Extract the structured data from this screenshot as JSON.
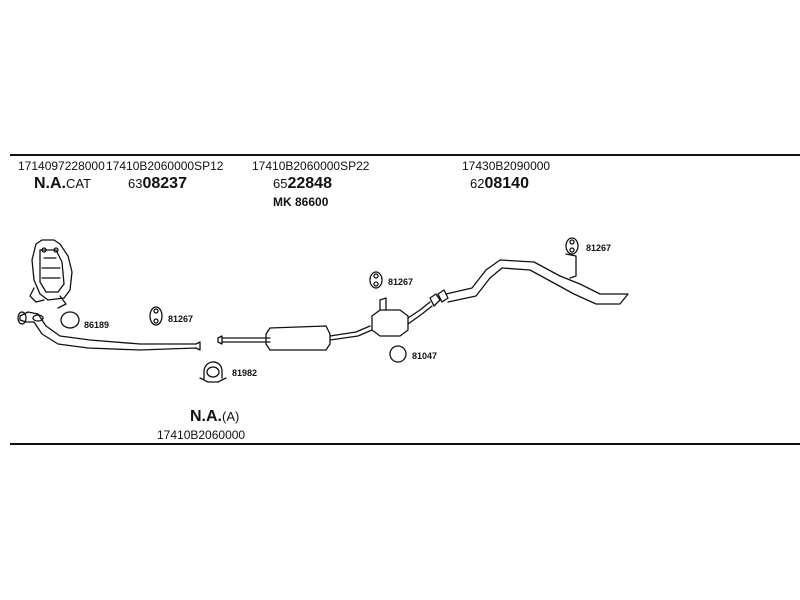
{
  "header": {
    "part1": "1714097228000",
    "part2": "17410B2060000SP12",
    "part3": "17410B2060000SP22",
    "part4": "17430B2090000"
  },
  "labels": {
    "na_cat_main": "N.A.",
    "na_cat_suffix": "CAT",
    "code1_prefix": "63",
    "code1_main": "08237",
    "code2_prefix": "65",
    "code2_main": "22848",
    "mk_line": "MK 86600",
    "code3_prefix": "62",
    "code3_main": "08140"
  },
  "callouts": {
    "c_86189": "86189",
    "c_81267_a": "81267",
    "c_81982": "81982",
    "c_81267_b": "81267",
    "c_81047": "81047",
    "c_81267_c": "81267"
  },
  "footer": {
    "na_main": "N.A.",
    "na_suffix": "(A)",
    "part": "17410B2060000"
  }
}
